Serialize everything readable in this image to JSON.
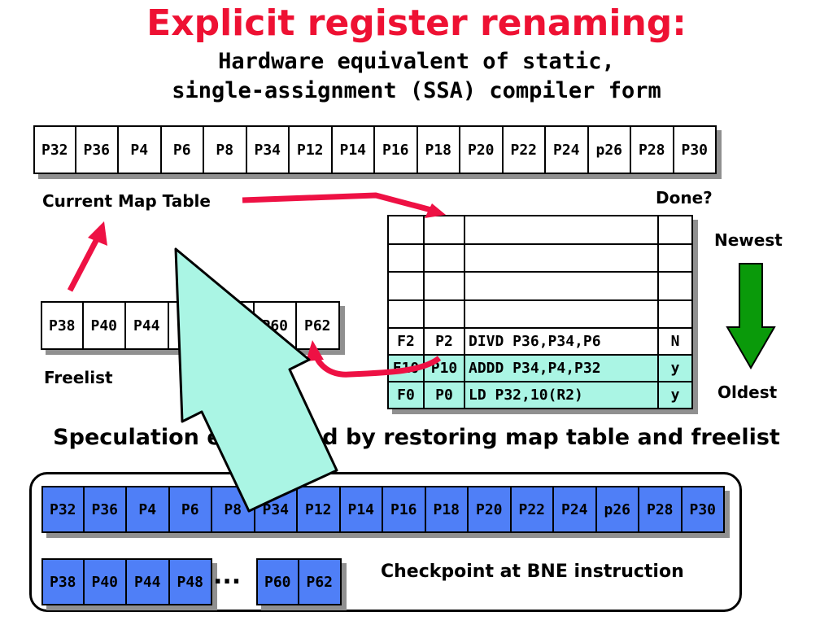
{
  "title": "Explicit register renaming:",
  "subtitle_line1": "Hardware equivalent of static,",
  "subtitle_line2": "single-assignment (SSA) compiler form",
  "map_table": [
    "P32",
    "P36",
    "P4",
    "P6",
    "P8",
    "P34",
    "P12",
    "P14",
    "P16",
    "P18",
    "P20",
    "P22",
    "P24",
    "p26",
    "P28",
    "P30"
  ],
  "map_table_label": "Current Map Table",
  "done_label": "Done?",
  "newest_label": "Newest",
  "oldest_label": "Oldest",
  "freelist": [
    "P38",
    "P40",
    "P44",
    "",
    "",
    "P60",
    "P62"
  ],
  "freelist_label": "Freelist",
  "rob_rows": [
    {
      "areg": "",
      "preg": "",
      "instr": "",
      "done": ""
    },
    {
      "areg": "",
      "preg": "",
      "instr": "",
      "done": ""
    },
    {
      "areg": "",
      "preg": "",
      "instr": "",
      "done": ""
    },
    {
      "areg": "",
      "preg": "",
      "instr": "",
      "done": ""
    },
    {
      "areg": "F2",
      "preg": "P2",
      "instr": "DIVD P36,P34,P6",
      "done": "N"
    },
    {
      "areg": "F10",
      "preg": "P10",
      "instr": "ADDD P34,P4,P32",
      "done": "y"
    },
    {
      "areg": "F0",
      "preg": "P0",
      "instr": "LD P32,10(R2)",
      "done": "y"
    }
  ],
  "speculation_text": "Speculation error fixed by restoring map table and freelist",
  "checkpoint_map": [
    "P32",
    "P36",
    "P4",
    "P6",
    "P8",
    "P34",
    "P12",
    "P14",
    "P16",
    "P18",
    "P20",
    "P22",
    "P24",
    "p26",
    "P28",
    "P30"
  ],
  "checkpoint_freelist_a": [
    "P38",
    "P40",
    "P44",
    "P48"
  ],
  "checkpoint_ellipsis": "...",
  "checkpoint_freelist_b": [
    "P60",
    "P62"
  ],
  "checkpoint_label": "Checkpoint at BNE instruction",
  "colors": {
    "title": "#ee1133",
    "arrow_red": "#ee1144",
    "checkpoint_cells": "#4f7ff7",
    "rob_highlight": "#aaf5e4",
    "big_arrow": "#aaf5e4",
    "green_arrow": "#0a9a0a"
  }
}
